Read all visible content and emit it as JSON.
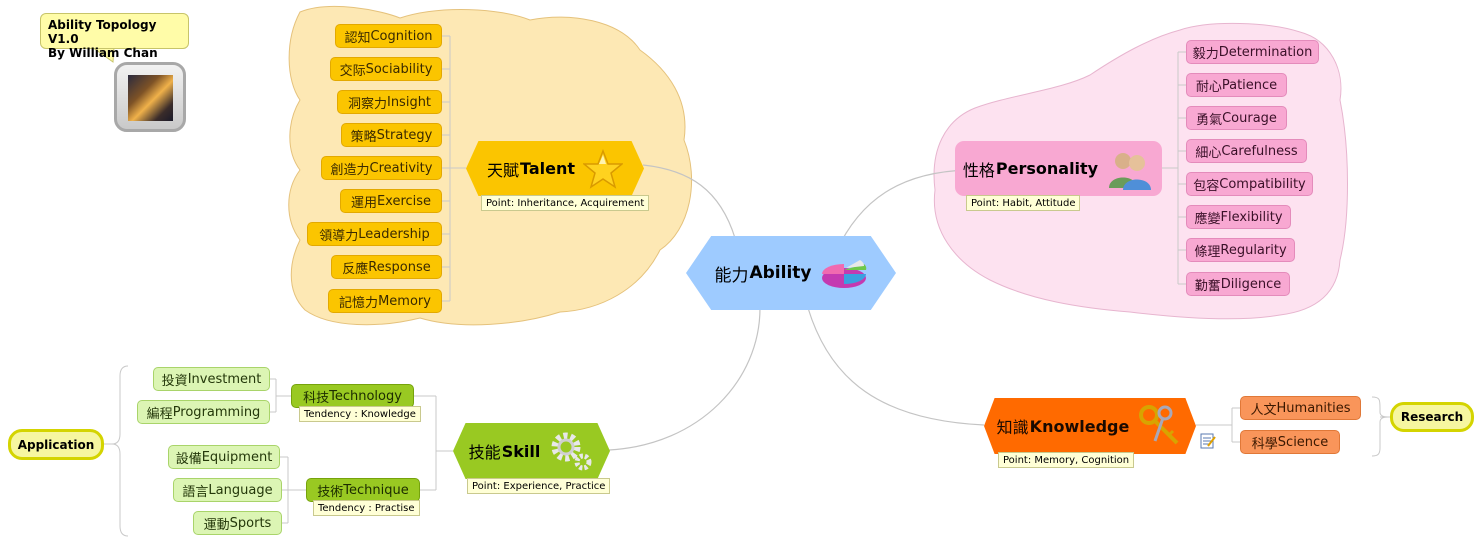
{
  "callout": {
    "line1": "Ability Topology V1.0",
    "line2": "By William Chan"
  },
  "central": {
    "zh": "能力",
    "en": "Ability",
    "icon": "pie-chart-icon",
    "color": "#9ecbff"
  },
  "talent": {
    "zh": "天賦",
    "en": "Talent",
    "icon": "star-icon",
    "color": "#fbc500",
    "point": "Point: Inheritance, Acquirement",
    "items": [
      {
        "zh": "認知",
        "en": "Cognition"
      },
      {
        "zh": "交际",
        "en": "Sociability"
      },
      {
        "zh": "洞察力",
        "en": "Insight"
      },
      {
        "zh": "策略",
        "en": "Strategy"
      },
      {
        "zh": "創造力",
        "en": "Creativity"
      },
      {
        "zh": "運用",
        "en": "Exercise"
      },
      {
        "zh": "領導力",
        "en": "Leadership"
      },
      {
        "zh": "反應",
        "en": "Response"
      },
      {
        "zh": "記憶力",
        "en": "Memory"
      }
    ]
  },
  "personality": {
    "zh": "性格",
    "en": "Personality",
    "icon": "people-icon",
    "color": "#f8a8d2",
    "point": "Point: Habit, Attitude",
    "items": [
      {
        "zh": "毅力",
        "en": "Determination"
      },
      {
        "zh": "耐心",
        "en": "Patience"
      },
      {
        "zh": "勇氣",
        "en": "Courage"
      },
      {
        "zh": "細心",
        "en": "Carefulness"
      },
      {
        "zh": "包容",
        "en": "Compatibility"
      },
      {
        "zh": "應變",
        "en": "Flexibility"
      },
      {
        "zh": "條理",
        "en": "Regularity"
      },
      {
        "zh": "勤奮",
        "en": "Diligence"
      }
    ]
  },
  "skill": {
    "zh": "技能",
    "en": "Skill",
    "icon": "gears-icon",
    "color": "#99c922",
    "point": "Point: Experience, Practice",
    "technology": {
      "zh": "科技",
      "en": "Technology",
      "tendency": "Tendency : Knowledge",
      "items": [
        {
          "zh": "投資",
          "en": "Investment"
        },
        {
          "zh": "編程",
          "en": "Programming"
        }
      ]
    },
    "technique": {
      "zh": "技術",
      "en": "Technique",
      "tendency": "Tendency : Practise",
      "items": [
        {
          "zh": "設備",
          "en": "Equipment"
        },
        {
          "zh": "語言",
          "en": "Language"
        },
        {
          "zh": "運動",
          "en": "Sports"
        }
      ]
    },
    "group_label": "Application"
  },
  "knowledge": {
    "zh": "知識",
    "en": "Knowledge",
    "icon": "keys-icon",
    "color": "#ff6a00",
    "point": "Point: Memory, Cognition",
    "note_icon": "note-icon",
    "items": [
      {
        "zh": "人文",
        "en": "Humanities"
      },
      {
        "zh": "科學",
        "en": "Science"
      }
    ],
    "group_label": "Research"
  }
}
